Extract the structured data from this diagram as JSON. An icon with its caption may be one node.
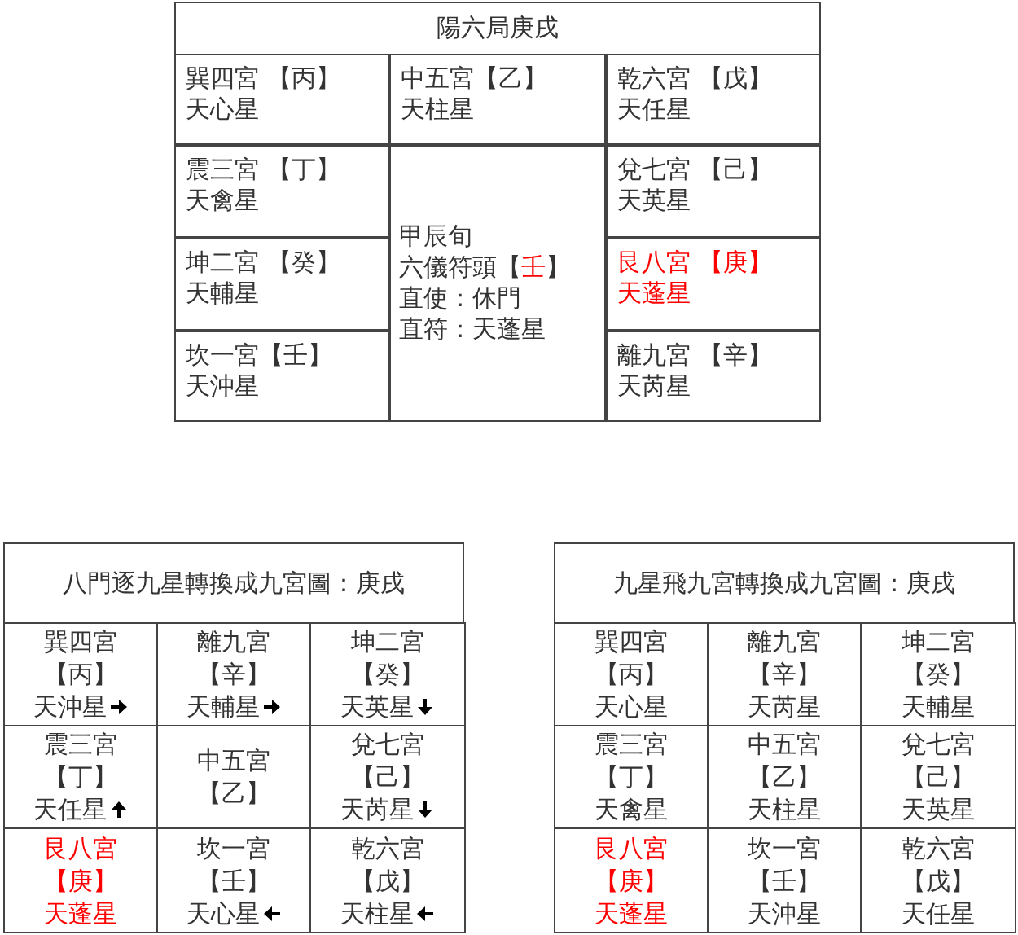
{
  "diagram": {
    "nodes": [
      {
        "text": [
          "陽六局庚戌"
        ]
      },
      {
        "text": [
          "巽四宮 【丙】",
          "天心星"
        ]
      },
      {
        "text": [
          "中五宮【乙】",
          "天柱星"
        ]
      },
      {
        "text": [
          "乾六宮 【戊】",
          "天任星"
        ]
      },
      {
        "text": [
          "震三宮 【丁】",
          "天禽星"
        ]
      },
      {
        "text": [
          "甲辰旬",
          "六儀符頭【壬】",
          "直使：休門",
          "直符：天蓬星"
        ]
      },
      {
        "text": [
          "兌七宮 【己】",
          "天英星"
        ]
      },
      {
        "text": [
          "坤二宮 【癸】",
          "天輔星"
        ]
      },
      {
        "text": [
          "艮八宮 【庚】",
          "天蓬星"
        ]
      },
      {
        "text": [
          "坎一宮【壬】",
          "天沖星"
        ]
      },
      {
        "text": [
          "離九宮 【辛】",
          "天芮星"
        ]
      },
      {
        "text": [
          "八門逐九星轉換成九宮圖：庚戌"
        ]
      },
      {
        "text": [
          "巽四宮",
          "【丙】",
          "天沖星"
        ]
      },
      {
        "text": [
          "離九宮",
          "【辛】",
          "天輔星"
        ]
      },
      {
        "text": [
          "坤二宮",
          "【癸】",
          "天英星"
        ]
      },
      {
        "text": [
          "震三宮",
          "【丁】",
          "天任星"
        ]
      },
      {
        "text": [
          "中五宮",
          "【乙】"
        ]
      },
      {
        "text": [
          "兌七宮",
          "【己】",
          "天芮星"
        ]
      },
      {
        "text": [
          "艮八宮",
          "【庚】",
          "天蓬星"
        ]
      },
      {
        "text": [
          "坎一宮",
          "【壬】",
          "天心星"
        ]
      },
      {
        "text": [
          "乾六宮",
          "【戊】",
          "天柱星"
        ]
      },
      {
        "text": [
          "九星飛九宮轉換成九宮圖：庚戌"
        ]
      },
      {
        "text": [
          "巽四宮",
          "【丙】",
          "天心星"
        ]
      },
      {
        "text": [
          "離九宮",
          "【辛】",
          "天芮星"
        ]
      },
      {
        "text": [
          "坤二宮",
          "【癸】",
          "天輔星"
        ]
      },
      {
        "text": [
          "震三宮",
          "【丁】",
          "天禽星"
        ]
      },
      {
        "text": [
          "中五宮",
          "【乙】",
          "天柱星"
        ]
      },
      {
        "text": [
          "兌七宮",
          "【己】",
          "天英星"
        ]
      },
      {
        "text": [
          "艮八宮",
          "【庚】",
          "天蓬星"
        ]
      },
      {
        "text": [
          "坎一宮",
          "【壬】",
          "天沖星"
        ]
      },
      {
        "text": [
          "乾六宮",
          "【戊】",
          "天任星"
        ]
      }
    ]
  }
}
